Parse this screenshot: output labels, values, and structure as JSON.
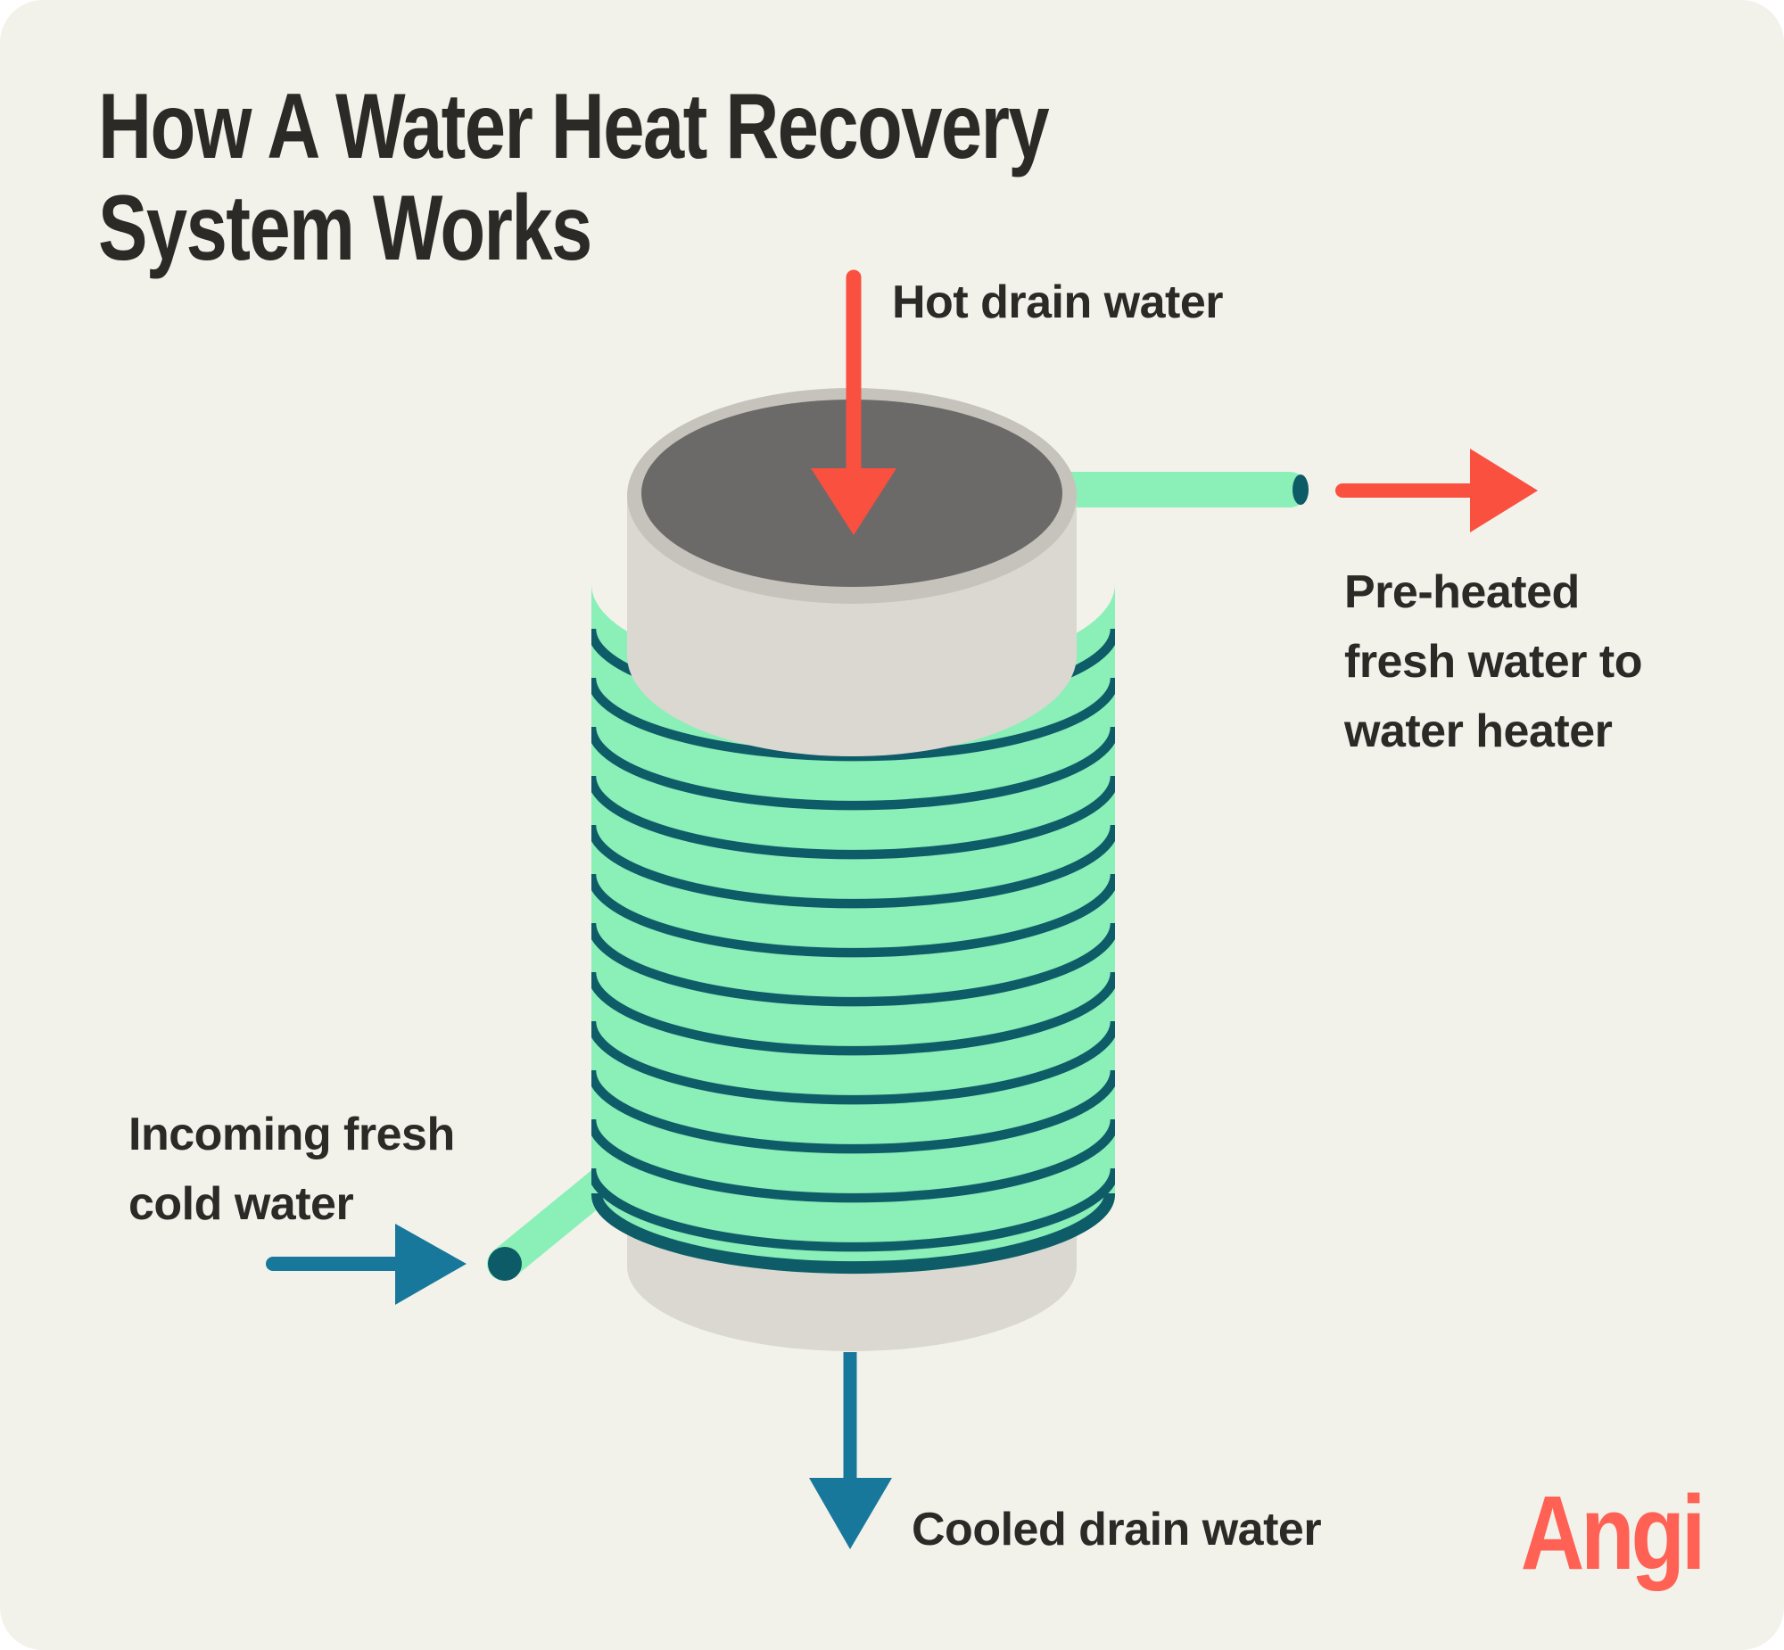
{
  "title": {
    "line1": "How A Water Heat Recovery",
    "line2": "System Works",
    "full": "How A Water Heat Recovery System Works"
  },
  "labels": {
    "hot_drain_water": "Hot drain water",
    "pre_heated": {
      "line1": "Pre-heated",
      "line2": "fresh water to",
      "line3": "water heater"
    },
    "incoming": {
      "line1": "Incoming fresh",
      "line2": "cold water"
    },
    "cooled_drain_water": "Cooled drain water"
  },
  "logo": {
    "brand": "Angi"
  },
  "icons": {
    "hot_drain_inflow": "down-arrow-icon",
    "preheated_outflow": "right-arrow-icon",
    "cold_inflow": "right-arrow-icon",
    "cooled_outflow": "down-arrow-icon"
  },
  "colors": {
    "background": "#F2F2EB",
    "text": "#2B2A26",
    "hot_arrow_red": "#F9503F",
    "cold_arrow_teal": "#17789B",
    "coil_green": "#8BEFB8",
    "coil_line_teal": "#0E5C67",
    "pipe_opening_teal": "#0C5B66",
    "cylinder_body_gray": "#DBD8D2",
    "cylinder_rim_gray": "#C6C2BC",
    "cylinder_top_gray": "#6B6A68",
    "logo_coral": "#FF6154"
  }
}
